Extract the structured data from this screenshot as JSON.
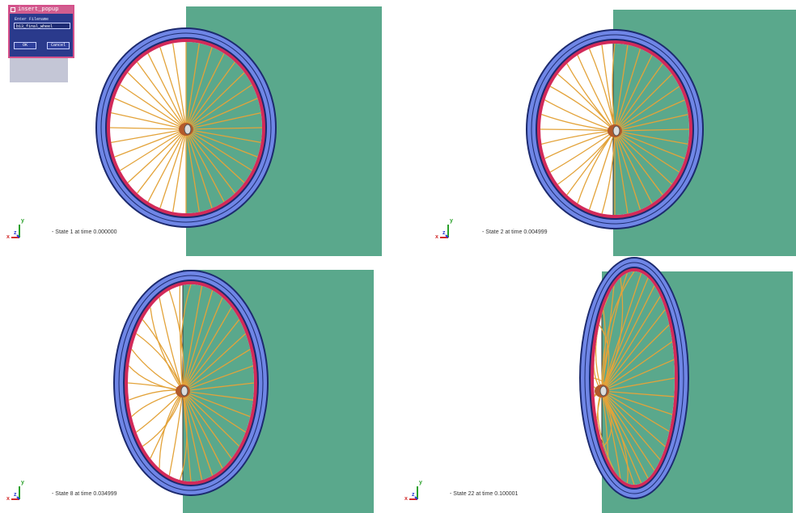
{
  "popup": {
    "title": "insert_popup",
    "label": "Enter Filename",
    "input_value": "b13_final_wheel",
    "ok_label": "OK",
    "cancel_label": "Cancel"
  },
  "axis": {
    "x": "x",
    "y": "y",
    "z": "z"
  },
  "panels": [
    {
      "caption": "- State 1 at time 0.000000"
    },
    {
      "caption": "- State 2 at time 0.004999"
    },
    {
      "caption": "- State 8 at time 0.034999"
    },
    {
      "caption": "- State 22 at time 0.100001"
    }
  ],
  "colors": {
    "wall": "#5aa88c",
    "tire_outer": "#6f86e6",
    "tire_dark": "#1c2a6e",
    "rim": "#d22a5a",
    "spoke": "#e3a33a",
    "hub": "#b45a2a"
  }
}
